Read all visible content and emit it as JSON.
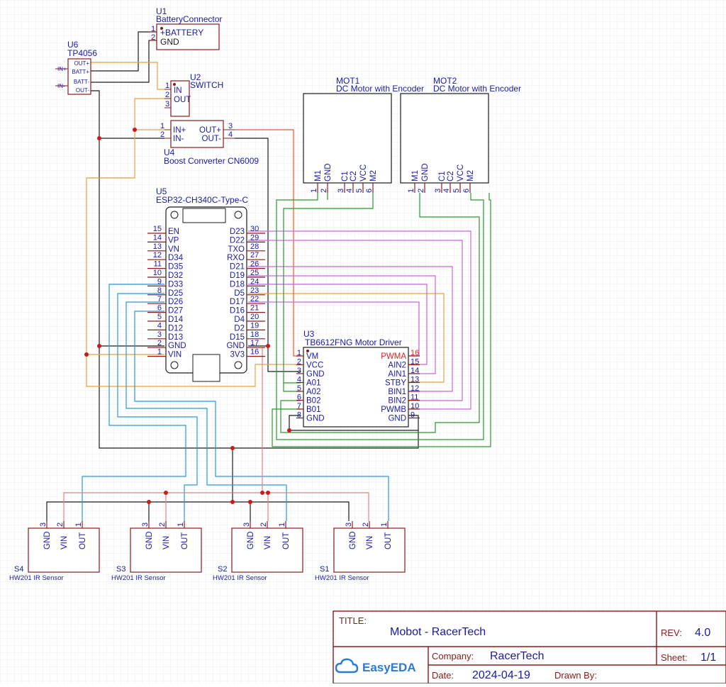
{
  "sheet": {
    "grid_color": "#e8ecf0",
    "border_color": "#8b1a1a",
    "wire_colors": {
      "black": "#1a1a1a",
      "orange": "#e8a23a",
      "red_orange": "#e35a2a",
      "violet": "#c86ad8",
      "blue": "#2a9ad8",
      "green": "#2a9a2a",
      "salmon": "#e88080"
    }
  },
  "components": {
    "u1": {
      "ref": "U1",
      "name": "BatteryConnector",
      "pins": [
        {
          "num": "1",
          "name": "+BATTERY"
        },
        {
          "num": "2",
          "name": "GND"
        }
      ]
    },
    "u6": {
      "ref": "U6",
      "name": "TP4056",
      "left": [
        {
          "name": "IN+"
        },
        {
          "name": "IN-"
        }
      ],
      "right": [
        {
          "name": "OUT+"
        },
        {
          "name": "BATT+"
        },
        {
          "name": "BATT-"
        },
        {
          "name": "OUT-"
        }
      ]
    },
    "u2": {
      "ref": "U2",
      "name": "SWITCH",
      "pins": [
        {
          "num": "1",
          "name": "IN"
        },
        {
          "num": "2",
          "name": "OUT"
        },
        {
          "num": "3",
          "name": ""
        }
      ]
    },
    "u4": {
      "ref": "U4",
      "name": "Boost Converter CN6009",
      "left": [
        {
          "num": "1",
          "name": "IN+"
        },
        {
          "num": "2",
          "name": "IN-"
        }
      ],
      "right": [
        {
          "num": "3",
          "name": "OUT+"
        },
        {
          "num": "4",
          "name": "OUT-"
        }
      ]
    },
    "mot1": {
      "ref": "MOT1",
      "name": "DC Motor with Encoder",
      "pins": [
        {
          "num": "1",
          "name": "M1"
        },
        {
          "num": "2",
          "name": "GND"
        },
        {
          "num": "3",
          "name": "C1"
        },
        {
          "num": "4",
          "name": "C2"
        },
        {
          "num": "5",
          "name": "VCC"
        },
        {
          "num": "6",
          "name": "M2"
        }
      ]
    },
    "mot2": {
      "ref": "MOT2",
      "name": "DC Motor with Encoder",
      "pins": [
        {
          "num": "1",
          "name": "M1"
        },
        {
          "num": "2",
          "name": "GND"
        },
        {
          "num": "3",
          "name": "C1"
        },
        {
          "num": "4",
          "name": "C2"
        },
        {
          "num": "5",
          "name": "VCC"
        },
        {
          "num": "6",
          "name": "M2"
        }
      ]
    },
    "u5": {
      "ref": "U5",
      "name": "ESP32-CH340C-Type-C",
      "left": [
        {
          "num": "15",
          "name": "EN"
        },
        {
          "num": "14",
          "name": "VP"
        },
        {
          "num": "13",
          "name": "VN"
        },
        {
          "num": "12",
          "name": "D34"
        },
        {
          "num": "11",
          "name": "D35"
        },
        {
          "num": "10",
          "name": "D32"
        },
        {
          "num": "9",
          "name": "D33"
        },
        {
          "num": "8",
          "name": "D25"
        },
        {
          "num": "7",
          "name": "D26"
        },
        {
          "num": "6",
          "name": "D27"
        },
        {
          "num": "5",
          "name": "D14"
        },
        {
          "num": "4",
          "name": "D12"
        },
        {
          "num": "3",
          "name": "D13"
        },
        {
          "num": "2",
          "name": "GND"
        },
        {
          "num": "1",
          "name": "VIN"
        }
      ],
      "right": [
        {
          "num": "30",
          "name": "D23"
        },
        {
          "num": "29",
          "name": "D22"
        },
        {
          "num": "28",
          "name": "TXO"
        },
        {
          "num": "27",
          "name": "RXO"
        },
        {
          "num": "26",
          "name": "D21"
        },
        {
          "num": "25",
          "name": "D19"
        },
        {
          "num": "24",
          "name": "D18"
        },
        {
          "num": "23",
          "name": "D5"
        },
        {
          "num": "22",
          "name": "D17"
        },
        {
          "num": "21",
          "name": "D16"
        },
        {
          "num": "20",
          "name": "D4"
        },
        {
          "num": "19",
          "name": "D2"
        },
        {
          "num": "18",
          "name": "D15"
        },
        {
          "num": "17",
          "name": "GND"
        },
        {
          "num": "16",
          "name": "3V3"
        }
      ]
    },
    "u3": {
      "ref": "U3",
      "name": "TB6612FNG Motor Driver",
      "left": [
        {
          "num": "1",
          "name": "VM"
        },
        {
          "num": "2",
          "name": "VCC"
        },
        {
          "num": "3",
          "name": "GND"
        },
        {
          "num": "4",
          "name": "A01"
        },
        {
          "num": "5",
          "name": "A02"
        },
        {
          "num": "6",
          "name": "B02"
        },
        {
          "num": "7",
          "name": "B01"
        },
        {
          "num": "8",
          "name": "GND"
        }
      ],
      "right": [
        {
          "num": "16",
          "name": "PWMA"
        },
        {
          "num": "15",
          "name": "AIN2"
        },
        {
          "num": "14",
          "name": "AIN1"
        },
        {
          "num": "13",
          "name": "STBY"
        },
        {
          "num": "12",
          "name": "BIN1"
        },
        {
          "num": "11",
          "name": "BIN2"
        },
        {
          "num": "10",
          "name": "PWMB"
        },
        {
          "num": "9",
          "name": "GND"
        }
      ]
    },
    "sensors": [
      {
        "ref": "S4",
        "name": "HW201 IR Sensor"
      },
      {
        "ref": "S3",
        "name": "HW201 IR Sensor"
      },
      {
        "ref": "S2",
        "name": "HW201 IR Sensor"
      },
      {
        "ref": "S1",
        "name": "HW201 IR Sensor"
      }
    ],
    "sensor_pins": [
      {
        "num": "3",
        "name": "GND"
      },
      {
        "num": "2",
        "name": "VIN"
      },
      {
        "num": "1",
        "name": "OUT"
      }
    ]
  },
  "title_block": {
    "title_label": "TITLE:",
    "title": "Mobot - RacerTech",
    "rev_label": "REV:",
    "rev": "4.0",
    "company_label": "Company:",
    "company": "RacerTech",
    "sheet_label": "Sheet:",
    "sheet": "1/1",
    "date_label": "Date:",
    "date": "2024-04-19",
    "drawn_label": "Drawn By:",
    "logo_text": "EasyEDA"
  }
}
